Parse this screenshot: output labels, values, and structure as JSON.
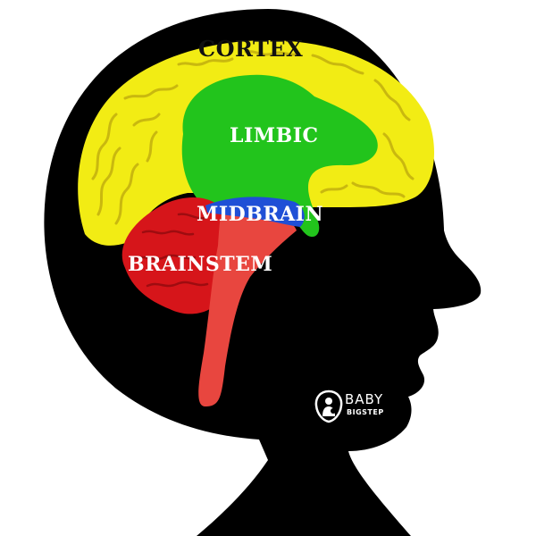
{
  "labels": {
    "cortex": "CORTEX",
    "limbic": "LIMBIC",
    "midbrain": "MIDBRAIN",
    "brainstem": "BRAINSTEM"
  },
  "logo": {
    "word1": "BABY",
    "word2": "BIGSTEP"
  },
  "colors": {
    "background": "#ffffff",
    "silhouette": "#000000",
    "cortex": "#f2ec14",
    "cortex_folds": "#c9b80f",
    "limbic": "#22c41c",
    "midbrain": "#1f4fd6",
    "brainstem": "#e8463f",
    "cerebellum": "#d6151a",
    "label_dark": "#111111",
    "label_light": "#ffffff"
  }
}
